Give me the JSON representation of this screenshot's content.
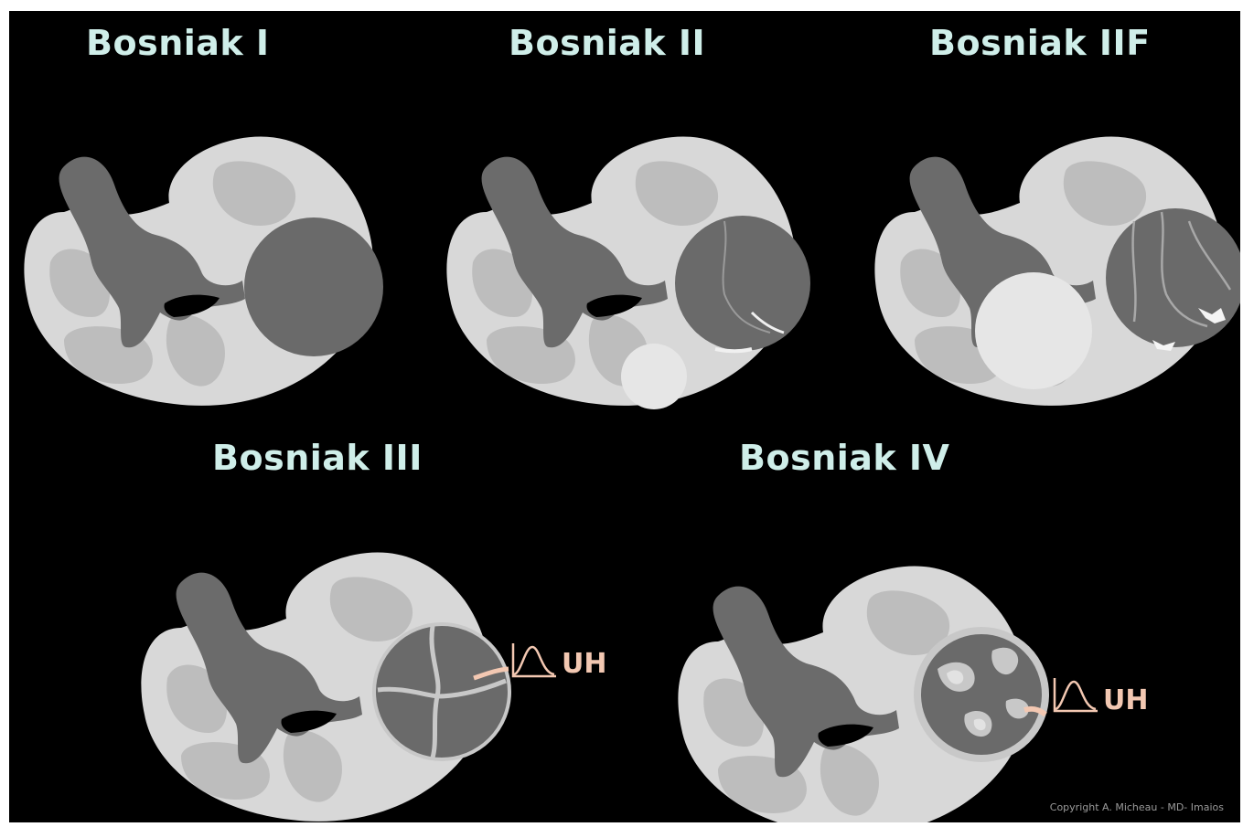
{
  "panels": [
    {
      "id": "bosniak-1",
      "title": "Bosniak I"
    },
    {
      "id": "bosniak-2",
      "title": "Bosniak II"
    },
    {
      "id": "bosniak-2f",
      "title": "Bosniak IIF"
    },
    {
      "id": "bosniak-3",
      "title": "Bosniak III",
      "enhancement_label": "UH"
    },
    {
      "id": "bosniak-4",
      "title": "Bosniak IV",
      "enhancement_label": "UH"
    }
  ],
  "copyright": "Copyright A. Micheau - MD- Imaios",
  "colors": {
    "background": "#000000",
    "title": "#cfeee9",
    "cortex": "#d8d8d8",
    "medulla": "#bdbdbd",
    "sinus": "#6b6b6b",
    "cyst": "#6a6a6a",
    "septa": "#c8c8c8",
    "hyperdense_cyst": "#e6e6e6",
    "enhancement": "#f3c8b2"
  },
  "icons": [
    "enhancement-curve-icon"
  ]
}
